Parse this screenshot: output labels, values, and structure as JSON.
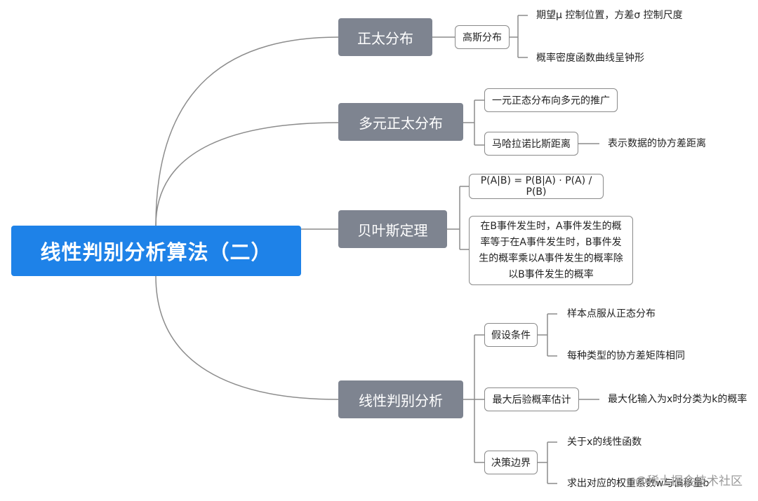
{
  "title": "线性判别分析算法（二）",
  "branches": [
    {
      "label": "正太分布",
      "children": [
        {
          "label": "高斯分布",
          "leaves": [
            "期望μ 控制位置，方差σ 控制尺度",
            "概率密度函数曲线呈钟形"
          ]
        }
      ]
    },
    {
      "label": "多元正太分布",
      "children": [
        {
          "label": "一元正态分布向多元的推广"
        },
        {
          "label": "马哈拉诺比斯距离",
          "leaves": [
            "表示数据的协方差距离"
          ]
        }
      ]
    },
    {
      "label": "贝叶斯定理",
      "children": [
        {
          "label": "P(A|B) = P(B|A) · P(A) / P(B)"
        },
        {
          "label": "在B事件发生时，A事件发生的概率等于在A事件发生时，B事件发生的概率乘以A事件发生的概率除以B事件发生的概率"
        }
      ]
    },
    {
      "label": "线性判别分析",
      "children": [
        {
          "label": "假设条件",
          "leaves": [
            "样本点服从正态分布",
            "每种类型的协方差矩阵相同"
          ]
        },
        {
          "label": "最大后验概率估计",
          "leaves": [
            "最大化输入为x时分类为k的概率"
          ]
        },
        {
          "label": "决策边界",
          "leaves": [
            "关于x的线性函数",
            "求出对应的权重系数w与偏移量b"
          ]
        }
      ]
    }
  ],
  "watermark": "@稀土掘金技术社区"
}
